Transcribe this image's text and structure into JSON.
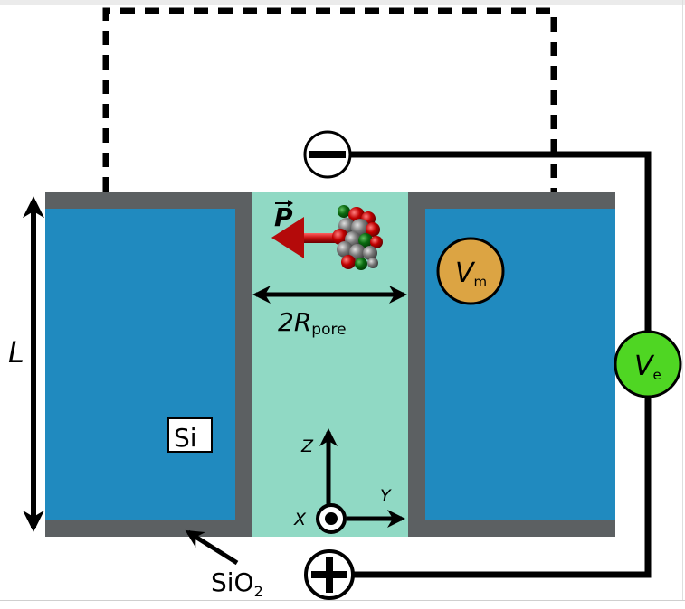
{
  "diagram": {
    "title": "Nanopore setup with dipole molecule",
    "labels": {
      "length": "L",
      "pore_width_prefix": "2R",
      "pore_width_sub": "pore",
      "dipole": "P",
      "membrane_material": "Si",
      "oxide_prefix": "SiO",
      "oxide_sub": "2",
      "vm_main": "V",
      "vm_sub": "m",
      "ve_main": "V",
      "ve_sub": "e",
      "axis_x": "X",
      "axis_y": "Y",
      "axis_z": "Z"
    },
    "terminals": {
      "negative": "minus",
      "positive": "plus"
    },
    "colors": {
      "silicon": "#208abf",
      "oxide": "#5c6062",
      "pore_fluid": "#90d9c4",
      "vm_circle": "#dca443",
      "ve_circle": "#4fd623",
      "dipole_arrow": "#c10e0e",
      "wire": "#000000"
    }
  }
}
